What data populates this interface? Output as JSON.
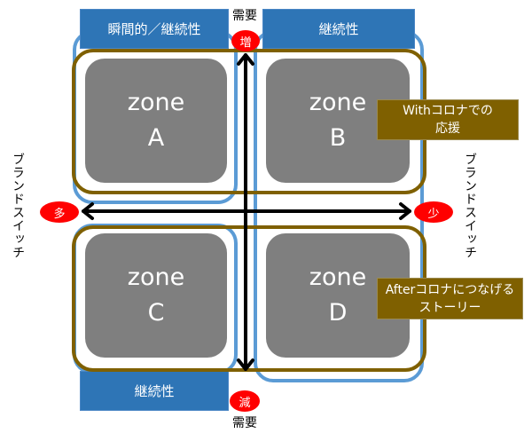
{
  "headers": {
    "top_left": "瞬間的／継続性",
    "top_right": "継続性",
    "bottom_left": "継続性"
  },
  "axis": {
    "demand_top": "需要",
    "demand_bottom": "需要",
    "increase": "増",
    "decrease": "減",
    "many": "多",
    "few": "少",
    "brand_switch_left": "ブランドスイッチ",
    "brand_switch_right": "ブランドスイッチ"
  },
  "zones": [
    {
      "word": "zone",
      "letter": "A"
    },
    {
      "word": "zone",
      "letter": "B"
    },
    {
      "word": "zone",
      "letter": "C"
    },
    {
      "word": "zone",
      "letter": "D"
    }
  ],
  "labels": {
    "with_line1": "Withコロナでの",
    "with_line2": "応援",
    "after_line1": "Afterコロナにつなげる",
    "after_line2": "ストーリー"
  },
  "colors": {
    "blue": "#2e75b6",
    "outline_blue": "#5b9bd5",
    "brown": "#7f6000",
    "zone_gray": "#7f7f7f",
    "red": "#ff0000"
  }
}
